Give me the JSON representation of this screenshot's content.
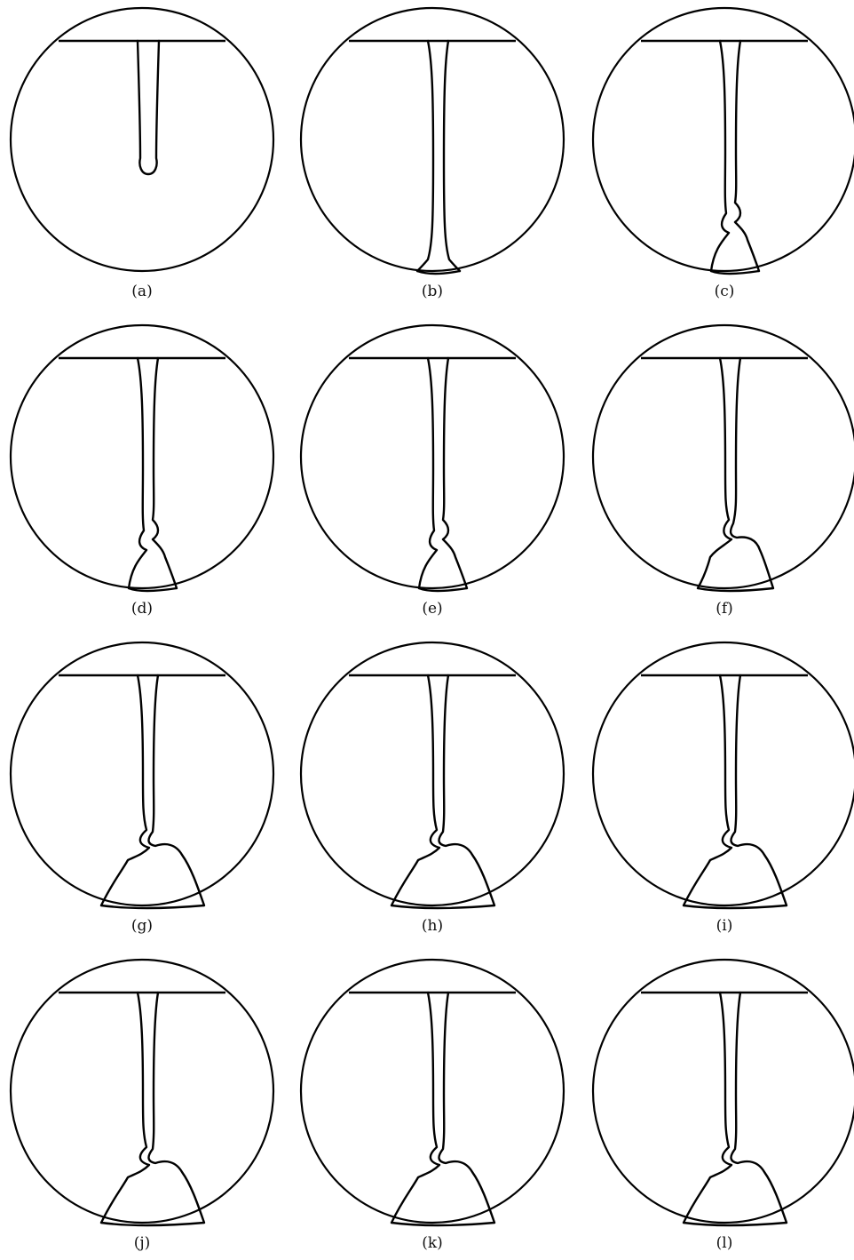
{
  "figure": {
    "panels": [
      {
        "label": "(a)",
        "stage": "stem"
      },
      {
        "label": "(b)",
        "stage": "column"
      },
      {
        "label": "(c)",
        "stage": "wavy-small"
      },
      {
        "label": "(d)",
        "stage": "wavy-small"
      },
      {
        "label": "(e)",
        "stage": "wavy-small"
      },
      {
        "label": "(f)",
        "stage": "wavy-medium"
      },
      {
        "label": "(g)",
        "stage": "wavy-large"
      },
      {
        "label": "(h)",
        "stage": "wavy-large"
      },
      {
        "label": "(i)",
        "stage": "wavy-large"
      },
      {
        "label": "(j)",
        "stage": "wavy-large"
      },
      {
        "label": "(k)",
        "stage": "wavy-large"
      },
      {
        "label": "(l)",
        "stage": "wavy-large"
      }
    ],
    "stroke_color": "#000000",
    "background_color": "#ffffff"
  }
}
